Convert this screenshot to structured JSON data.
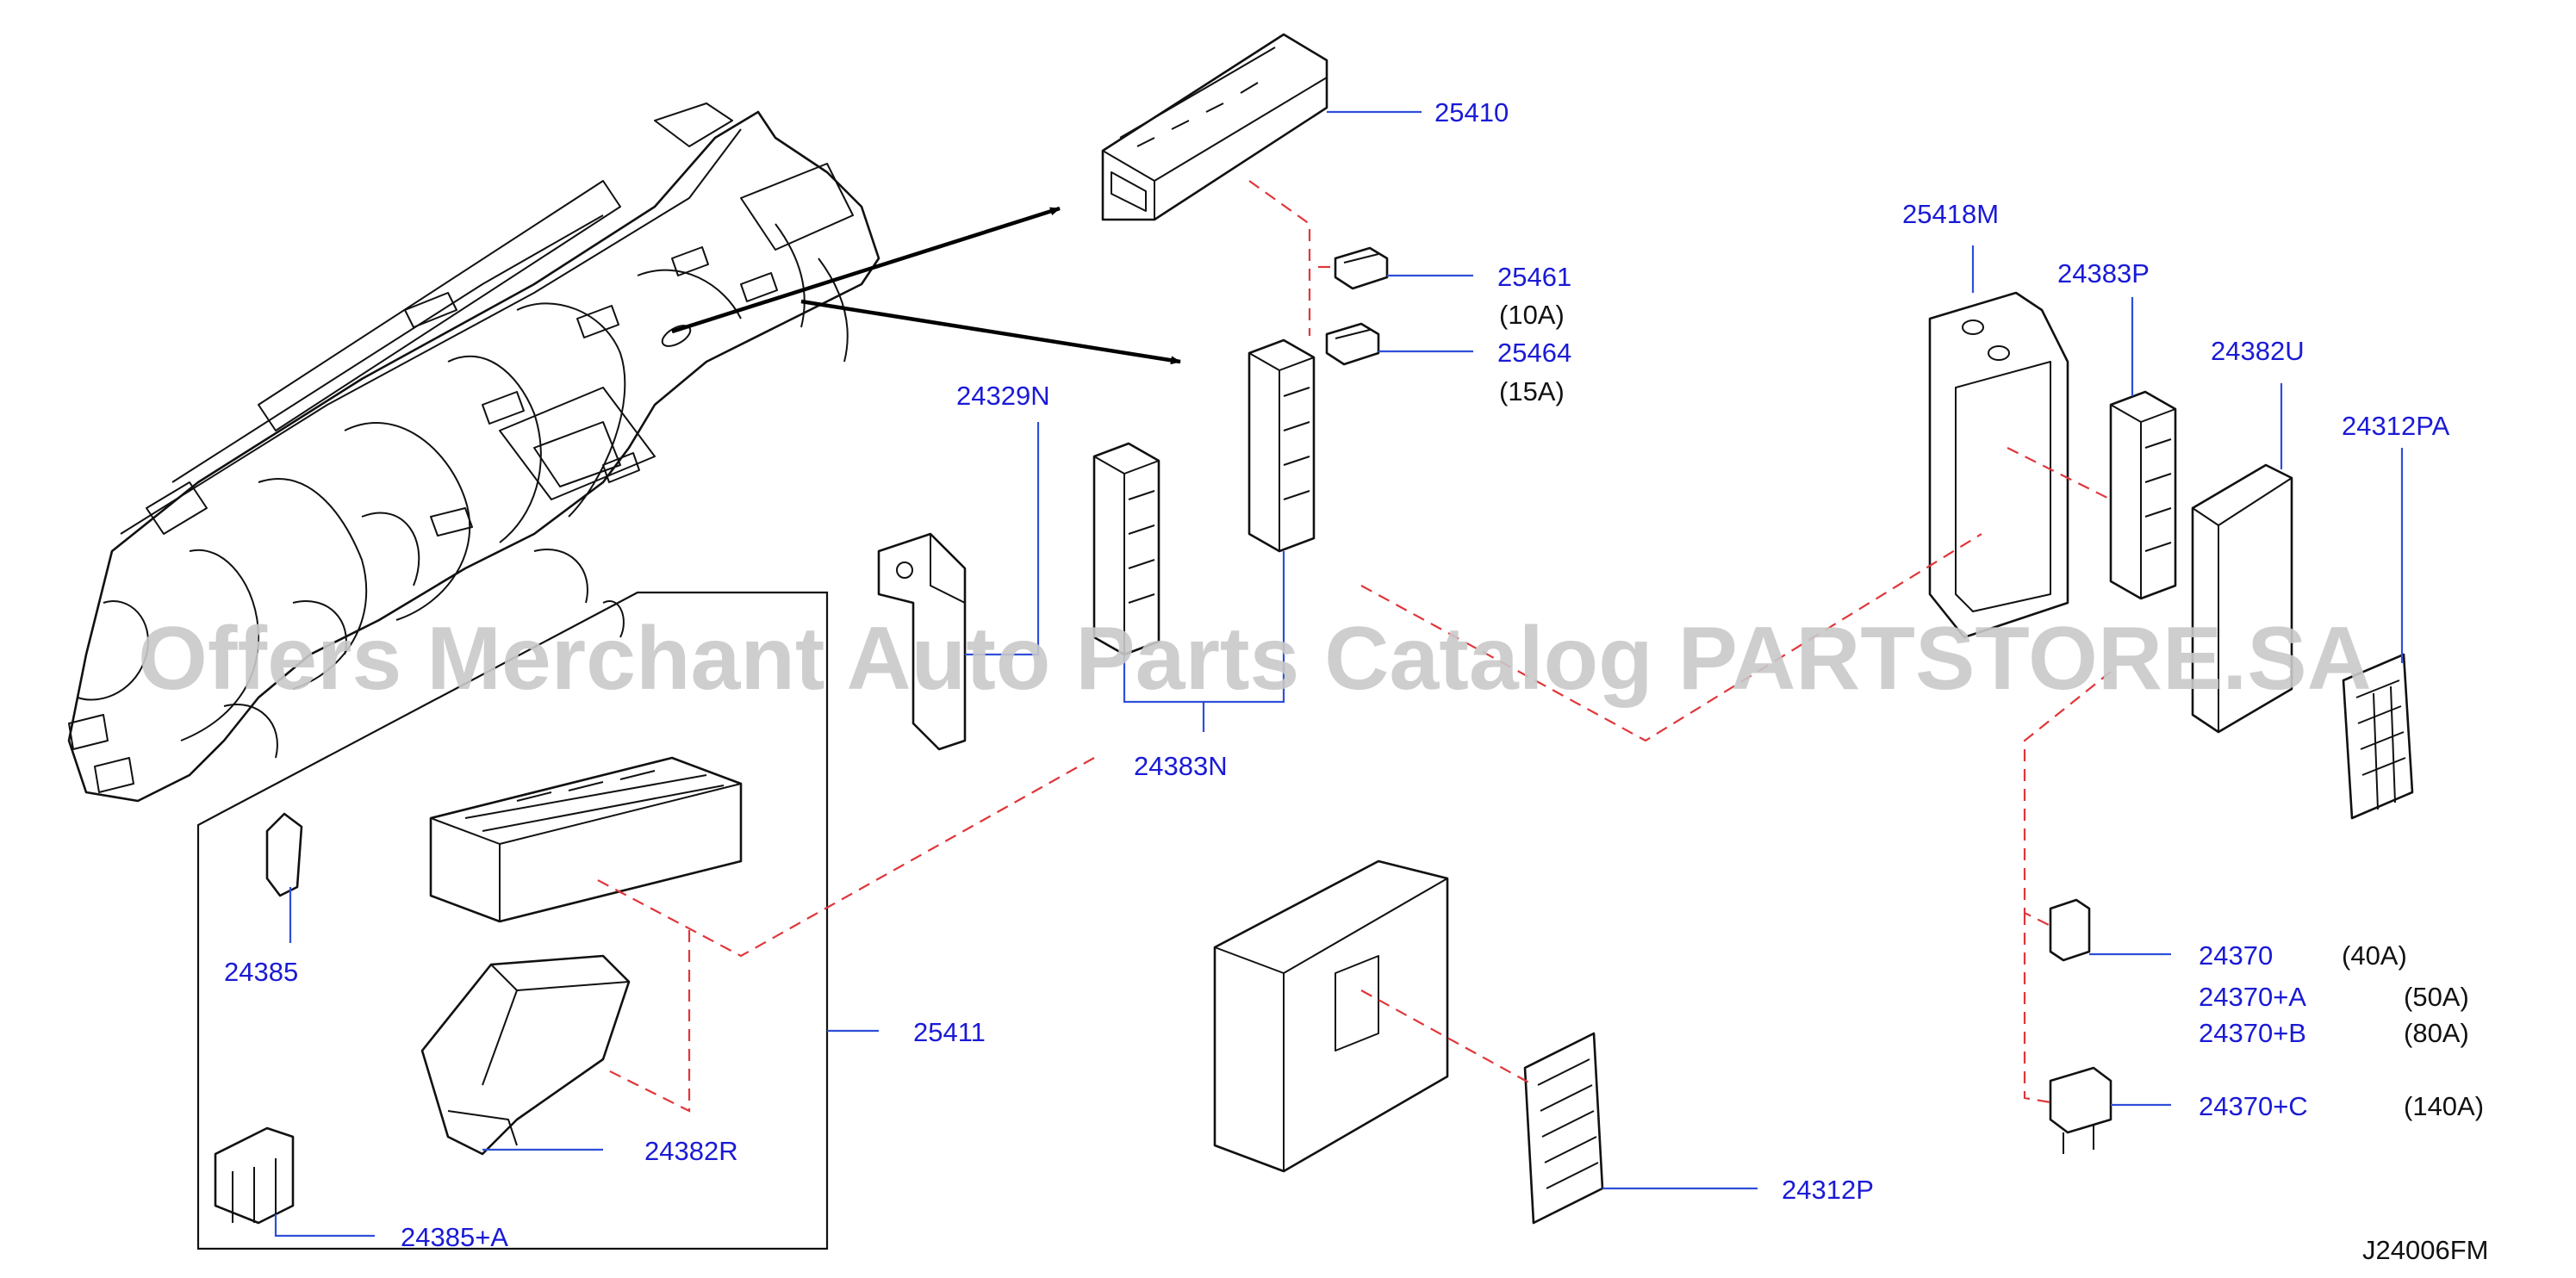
{
  "diagram": {
    "parts": {
      "p25410": "25410",
      "p25461": "25461",
      "p25464": "25464",
      "p24329N": "24329N",
      "p24383N": "24383N",
      "p25418M": "25418M",
      "p24383P": "24383P",
      "p24382U": "24382U",
      "p24312PA": "24312PA",
      "p24385": "24385",
      "p25411": "25411",
      "p24382R": "24382R",
      "p24385A": "24385+A",
      "p24312P": "24312P",
      "p24370": "24370",
      "p24370A": "24370+A",
      "p24370B": "24370+B",
      "p24370C": "24370+C"
    },
    "ratings": {
      "r25461": "(10A)",
      "r25464": "(15A)",
      "r24370": "(40A)",
      "r24370A": "(50A)",
      "r24370B": "(80A)",
      "r24370C": "(140A)"
    },
    "diagram_code": "J24006FM",
    "watermark": "Offers Merchant Auto Parts Catalog PARTSTORE.SA"
  }
}
